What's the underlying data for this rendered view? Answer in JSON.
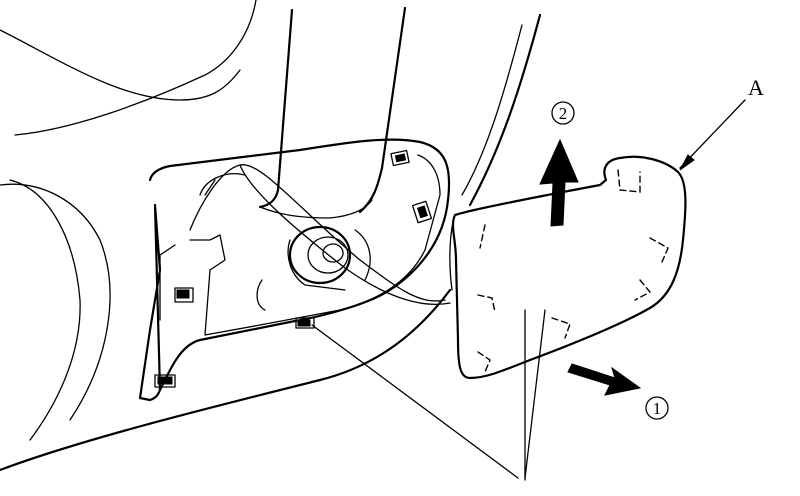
{
  "callouts": {
    "part_label": "A",
    "step_1": "1",
    "step_2": "2"
  }
}
